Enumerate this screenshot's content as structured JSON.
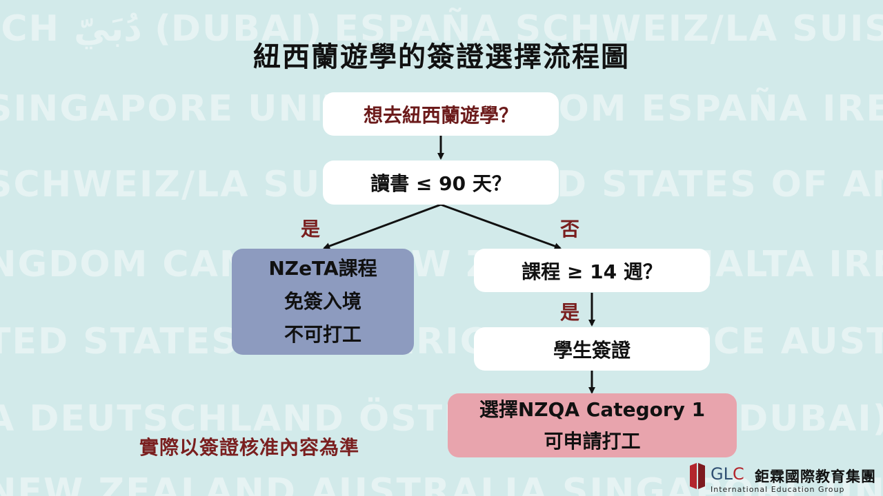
{
  "title": "紐西蘭遊學的簽證選擇流程圖",
  "background_words": [
    "ICH دُبَيّ (DUBAI) ESPAÑA SCHWEIZ/LA SUISSE UNITED STATES",
    "SINGAPORE UNITED KINGDOM ESPAÑA IRELAND MALTA",
    "SCHWEIZ/LA SUISSE UNITED STATES OF AMERICA LA FRANCE",
    "NGDOM CANADA NEW ZEALAND MALTA IRELAND ÖSTERREICH",
    "TED STATES OF AMERICA LA FRANCE AUSTRALIA",
    "A DEUTSCHLAND ÖSTERREICH دُبَيّ (DUBAI) SCHWEIZ/L",
    "NEW ZEALAND AUSTRALIA SINGAPORE UNITED"
  ],
  "nodes": {
    "q1": "想去紐西蘭遊學？",
    "q2": "讀書 ≤ 90 天？",
    "nzeta": [
      "NZeTA課程",
      "免簽入境",
      "不可打工"
    ],
    "q3": "課程 ≥ 14 週？",
    "student_visa": "學生簽證",
    "category": [
      "選擇NZQA Category 1",
      "可申請打工"
    ]
  },
  "labels": {
    "yes_left": "是",
    "no_right": "否",
    "yes_down": "是"
  },
  "note": "實際以簽證核准內容為準",
  "logo": {
    "glc": "GL",
    "glc_c": "C",
    "chinese": "鉅霖國際教育集團",
    "english": "International Education Group"
  },
  "colors": {
    "background": "#d2eaea",
    "blue_box": "#8d9bbf",
    "pink_box": "#e8a4ad",
    "label_red": "#7a1f1f"
  }
}
